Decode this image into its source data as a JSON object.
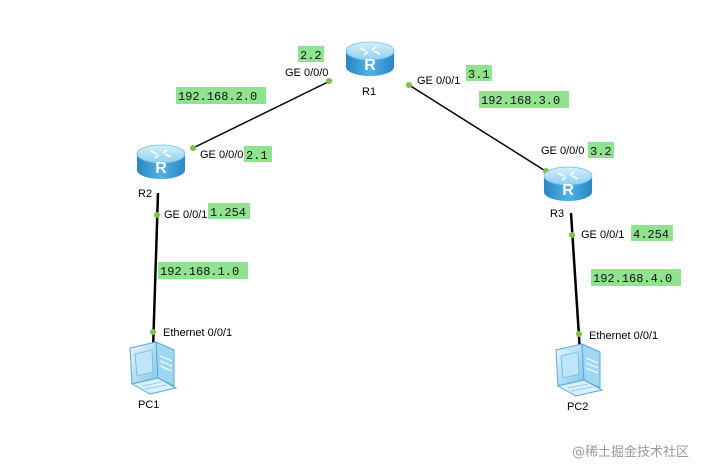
{
  "devices": {
    "r1": "R1",
    "r2": "R2",
    "r3": "R3",
    "pc1": "PC1",
    "pc2": "PC2",
    "router_glyph": "R"
  },
  "interfaces": {
    "r1_left": "GE 0/0/0",
    "r1_right": "GE 0/0/1",
    "r2_up": "GE 0/0/0",
    "r2_down": "GE 0/0/1",
    "r3_up": "GE 0/0/0",
    "r3_down": "GE 0/0/1",
    "pc1_eth": "Ethernet 0/0/1",
    "pc2_eth": "Ethernet 0/0/1"
  },
  "addresses": {
    "r1_left": "2.2",
    "r1_right": "3.1",
    "r2_up": "2.1",
    "r2_down": "1.254",
    "r3_up": "3.2",
    "r3_down": "4.254"
  },
  "networks": {
    "r1_r2": "192.168.2.0",
    "r1_r3": "192.168.3.0",
    "r2_pc1": "192.168.1.0",
    "r3_pc2": "192.168.4.0"
  },
  "watermark": "@稀土掘金技术社区",
  "colors": {
    "label_bg": "#8fe38f",
    "port_dot": "#7dc242",
    "router_body": "#3aa0d8",
    "router_top": "#a9dcf5",
    "link": "#000000"
  }
}
